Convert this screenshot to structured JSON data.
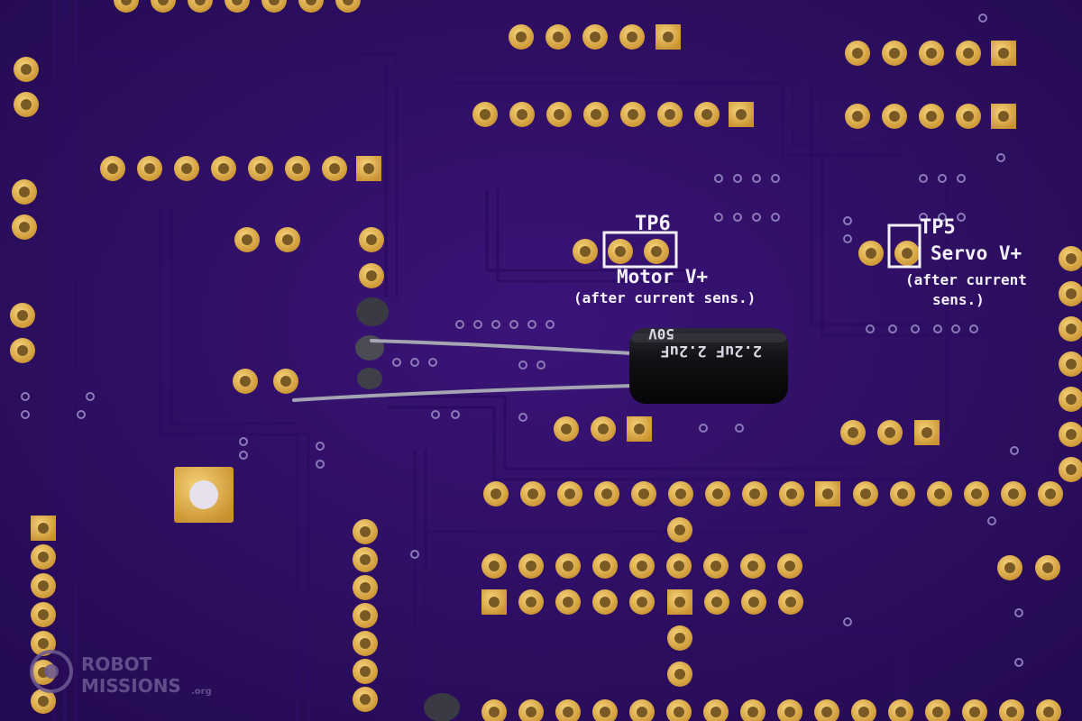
{
  "photo": {
    "subject": "Purple PCB with axial electrolytic capacitor",
    "colors": {
      "board": "#34106f",
      "board_dark": "#230a4f",
      "copper": "#e0b24f",
      "copper_hi": "#f6d27a",
      "hole": "#8a6a2c",
      "silk": "#f4f1fb",
      "capacitor": "#151518",
      "lead": "#9a9aa8"
    }
  },
  "silkscreen": {
    "tp6_label": "TP6",
    "motor_label": "Motor V+",
    "motor_note": "(after current sens.)",
    "tp5_label": "TP5",
    "servo_label": "Servo V+",
    "servo_note_1": "(after current",
    "servo_note_2": "sens.)"
  },
  "capacitor": {
    "marking": "2.2uF 2.2uF",
    "voltage": "50V"
  },
  "watermark": {
    "line1": "ROBOT",
    "line2": "MISSIONS",
    "suffix": ".org"
  }
}
